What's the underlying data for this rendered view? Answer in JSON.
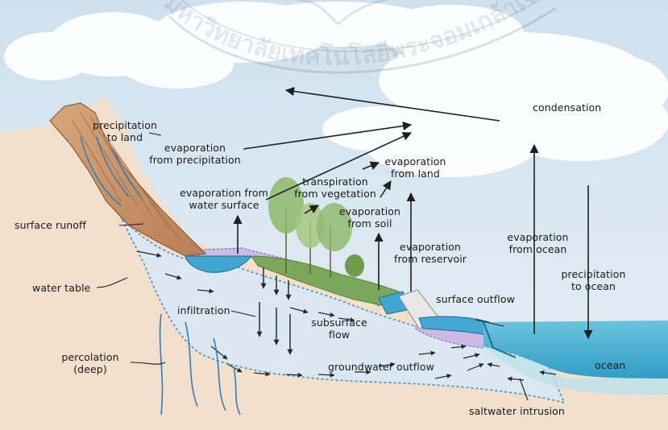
{
  "stamp_text": "มหาวิทยาลัยเทคโนโลยีพระจอมเกล้าเจ้าคุณทหารลาดกระบัง",
  "labels": {
    "condensation": "condensation",
    "precipitation_to_land_1": "precipitation",
    "precipitation_to_land_2": "to land",
    "evap_precip_1": "evaporation",
    "evap_precip_2": "from precipitation",
    "evap_land_1": "evaporation",
    "evap_land_2": "from land",
    "transpiration_1": "transpiration",
    "transpiration_2": "from vegetation",
    "evap_water_1": "evaporation from",
    "evap_water_2": "water surface",
    "evap_soil_1": "evaporation",
    "evap_soil_2": "from soil",
    "evap_reservoir_1": "evaporation",
    "evap_reservoir_2": "from reservoir",
    "evap_ocean_1": "evaporation",
    "evap_ocean_2": "from ocean",
    "precip_ocean_1": "precipitation",
    "precip_ocean_2": "to ocean",
    "surface_runoff": "surface runoff",
    "water_table": "water table",
    "infiltration": "infiltration",
    "subsurface_1": "subsurface",
    "subsurface_2": "flow",
    "surface_outflow": "surface outflow",
    "percolation_1": "percolation",
    "percolation_2": "(deep)",
    "groundwater_outflow": "groundwater outflow",
    "ocean": "ocean",
    "saltwater_intrusion": "saltwater intrusion"
  }
}
